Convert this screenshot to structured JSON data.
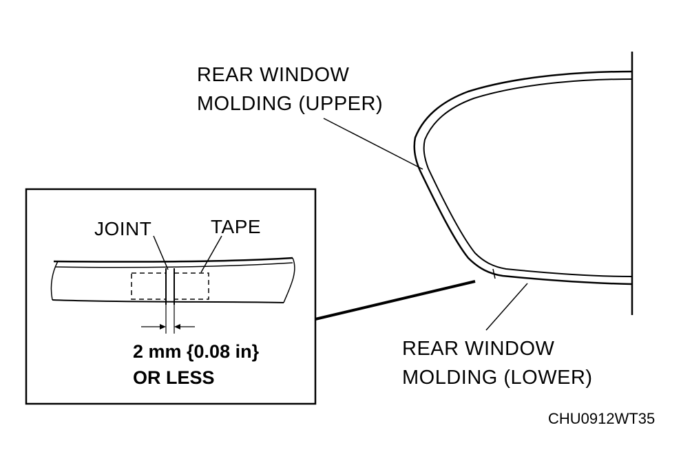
{
  "labels": {
    "upper_molding": [
      "REAR WINDOW",
      "MOLDING (UPPER)"
    ],
    "lower_molding": [
      "REAR WINDOW",
      "MOLDING (LOWER)"
    ],
    "joint": "JOINT",
    "tape": "TAPE",
    "gap_spec": [
      "2 mm {0.08 in}",
      "OR LESS"
    ]
  },
  "diagram_code": "CHU0912WT35",
  "colors": {
    "line": "#000000",
    "background": "#ffffff"
  }
}
